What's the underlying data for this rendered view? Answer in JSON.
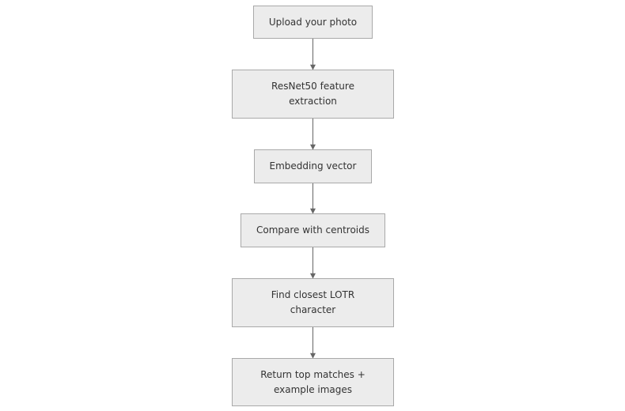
{
  "flowchart": {
    "steps": [
      {
        "label": "Upload your photo"
      },
      {
        "label": "ResNet50 feature\nextraction"
      },
      {
        "label": "Embedding vector"
      },
      {
        "label": "Compare with centroids"
      },
      {
        "label": "Find closest LOTR\ncharacter"
      },
      {
        "label": "Return top matches +\nexample images"
      }
    ],
    "colors": {
      "node_fill": "#ececec",
      "node_border": "#a9a9a9",
      "edge": "#666666",
      "text": "#333333"
    }
  }
}
